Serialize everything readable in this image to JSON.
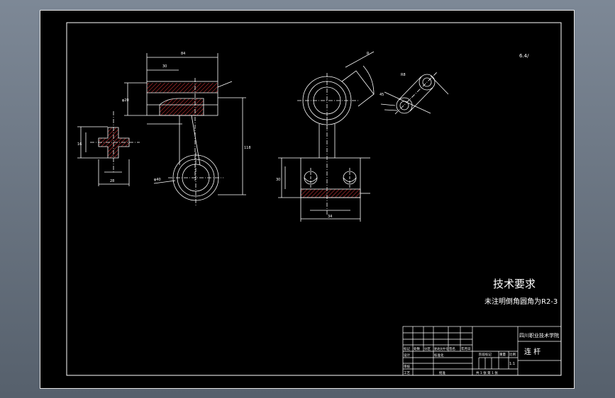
{
  "viewport": {
    "background_colors": [
      "#7d8896",
      "#56606c"
    ]
  },
  "sheet": {
    "background_color": "#000000",
    "line_color": "#ffffff",
    "hatch_color": "#cc3333"
  },
  "roughness_mark": "6.4/",
  "tech_requirements": {
    "title": "技术要求",
    "note": "未注明倒角圆角为R2-3"
  },
  "title_block": {
    "school": "四川职业技术学院",
    "part_name": "连  杆",
    "labels": {
      "r1c1": "标记",
      "r1c2": "处数",
      "r1c3": "分区",
      "r1c4": "更改文件号",
      "r1c5": "签名",
      "r1c6": "年月日",
      "design": "设计",
      "standard": "标准化",
      "stage": "阶段标记",
      "weight": "重量",
      "scale": "比例",
      "review": "审核",
      "process": "工艺",
      "approve": "批准",
      "sheet_info": "共 1 张 第 1 张",
      "scale_value": "1:1"
    }
  },
  "views": {
    "front_view": "front",
    "section_view": "section",
    "side_view": "side",
    "detail_view": "detail"
  }
}
